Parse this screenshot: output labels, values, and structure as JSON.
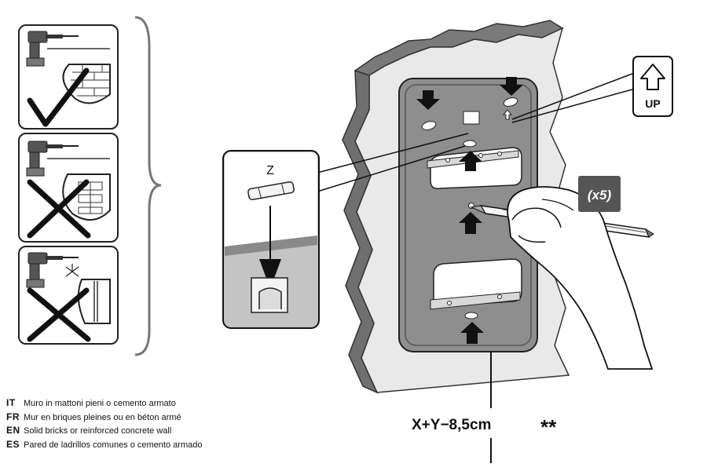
{
  "fuse_label": "Z",
  "up_label": "UP",
  "count_badge": "(x5)",
  "measurement": "X+Y−8,5cm",
  "measurement_stars": "**",
  "colors": {
    "wall": "#e9e9e9",
    "wall_edge": "#6f6f6f",
    "bracket": "#8e8e8e",
    "bracket_dark": "#555555",
    "inset_bg": "#c4c4c4",
    "badge": "#555555",
    "ink": "#111111"
  },
  "icons": [
    "drill-icon",
    "brick-wall-icon",
    "checkmark-icon",
    "cross-icon",
    "fuse-icon",
    "up-arrow-icon",
    "pencil-icon",
    "hand-icon"
  ],
  "legend": [
    {
      "code": "IT",
      "text": "Muro in mattoni pieni o cemento armato"
    },
    {
      "code": "FR",
      "text": "Mur en briques pleines ou en béton armé"
    },
    {
      "code": "EN",
      "text": "Solid bricks or reinforced concrete wall"
    },
    {
      "code": "ES",
      "text": "Pared de ladrillos comunes o cemento armado"
    }
  ]
}
